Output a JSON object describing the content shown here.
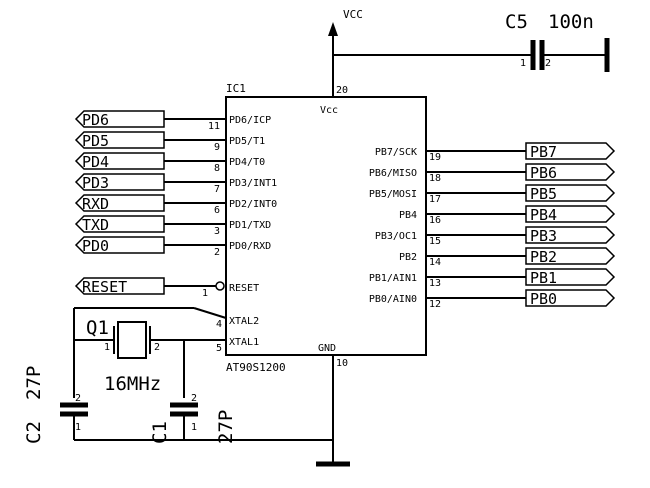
{
  "supply": {
    "vcc_label": "VCC"
  },
  "cap5": {
    "name": "C5",
    "value": "100n",
    "pin1": "1",
    "pin2": "2"
  },
  "ic": {
    "ref": "IC1",
    "part": "AT90S1200",
    "vcc_label": "Vcc",
    "vcc_pin": "20",
    "gnd_label": "GND",
    "gnd_pin": "10",
    "left_pins": [
      {
        "num": "11",
        "name": "PD6/ICP",
        "net": "PD6"
      },
      {
        "num": "9",
        "name": "PD5/T1",
        "net": "PD5"
      },
      {
        "num": "8",
        "name": "PD4/T0",
        "net": "PD4"
      },
      {
        "num": "7",
        "name": "PD3/INT1",
        "net": "PD3"
      },
      {
        "num": "6",
        "name": "PD2/INT0",
        "net": "RXD"
      },
      {
        "num": "3",
        "name": "PD1/TXD",
        "net": "TXD"
      },
      {
        "num": "2",
        "name": "PD0/RXD",
        "net": "PD0"
      }
    ],
    "reset": {
      "num": "1",
      "name": "RESET",
      "net": "RESET"
    },
    "xtal2": {
      "num": "4",
      "name": "XTAL2"
    },
    "xtal1": {
      "num": "5",
      "name": "XTAL1"
    },
    "right_pins": [
      {
        "num": "19",
        "name": "PB7/SCK",
        "net": "PB7"
      },
      {
        "num": "18",
        "name": "PB6/MISO",
        "net": "PB6"
      },
      {
        "num": "17",
        "name": "PB5/MOSI",
        "net": "PB5"
      },
      {
        "num": "16",
        "name": "PB4",
        "net": "PB4"
      },
      {
        "num": "15",
        "name": "PB3/OC1",
        "net": "PB3"
      },
      {
        "num": "14",
        "name": "PB2",
        "net": "PB2"
      },
      {
        "num": "13",
        "name": "PB1/AIN1",
        "net": "PB1"
      },
      {
        "num": "12",
        "name": "PB0/AIN0",
        "net": "PB0"
      }
    ]
  },
  "crystal": {
    "name": "Q1",
    "freq": "16MHz",
    "pin1": "1",
    "pin2": "2"
  },
  "cap2": {
    "name": "C2",
    "value": "27P",
    "pin1": "1",
    "pin2": "2"
  },
  "cap1": {
    "name": "C1",
    "value": "27P",
    "pin1": "1",
    "pin2": "2"
  }
}
